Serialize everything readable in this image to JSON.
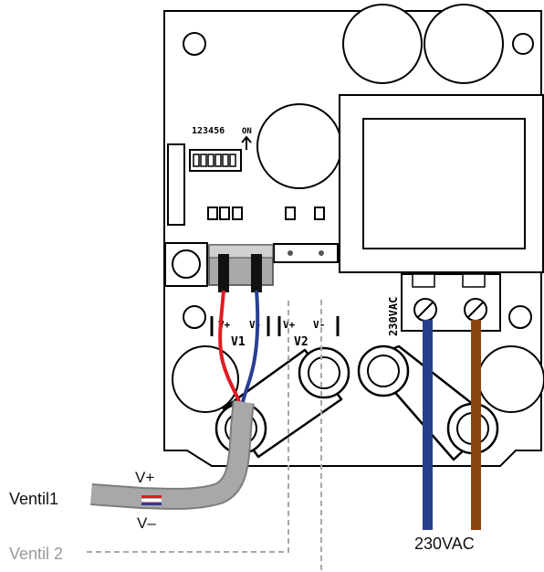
{
  "dip_switch": {
    "numbers": "123456",
    "on_label": "ON"
  },
  "board_labels": {
    "v1_plus": "V+",
    "v1_minus": "V-",
    "v1_name": "V1",
    "v2_plus": "V+",
    "v2_minus": "V-",
    "v2_name": "V2",
    "supply_marking": "230VAC"
  },
  "callouts": {
    "ventil1": "Ventil1",
    "ventil1_plus": "V+",
    "ventil1_minus": "V–",
    "ventil2": "Ventil 2",
    "supply": "230VAC"
  },
  "colors": {
    "wire_red": "#e21b23",
    "wire_blue": "#2a3f91",
    "mains_blue": "#263f8c",
    "mains_brown": "#8b4513",
    "cable_grey": "#9a9a9a",
    "dashed_grey": "#a8a8a8"
  }
}
